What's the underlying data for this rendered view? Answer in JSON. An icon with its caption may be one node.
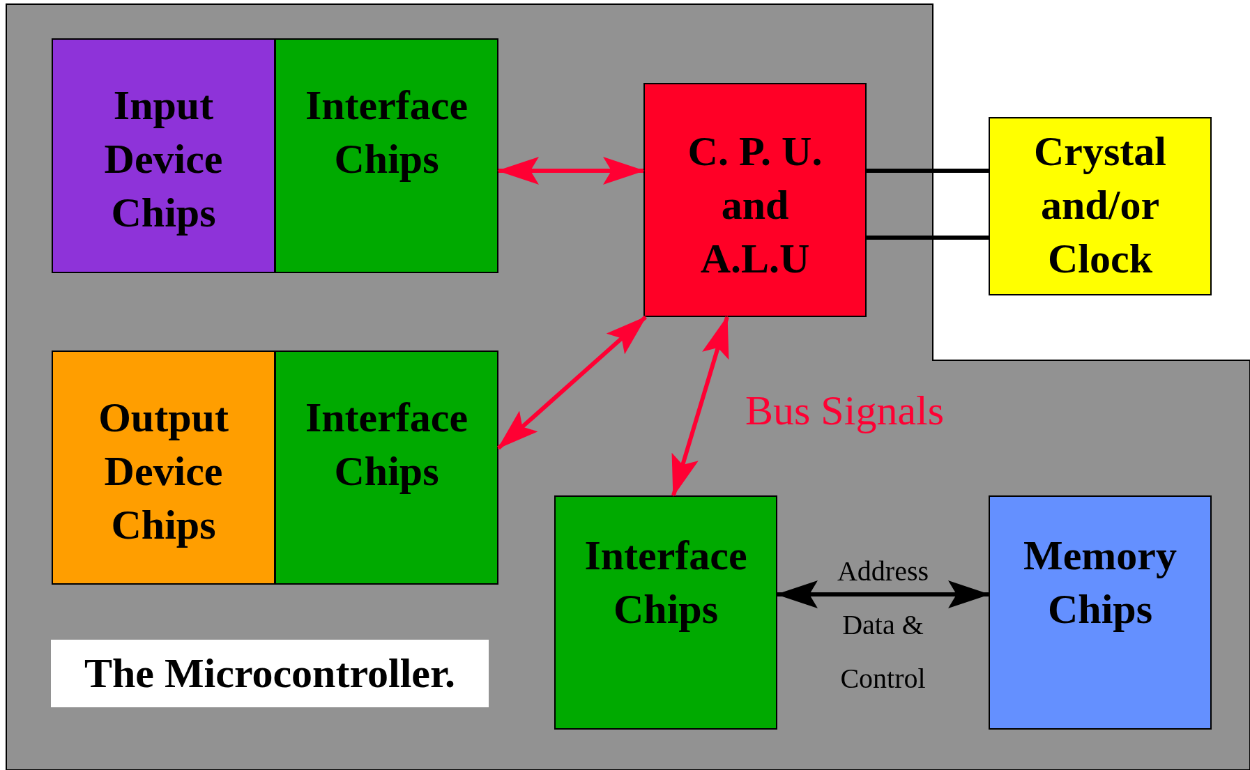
{
  "diagram": {
    "title": "The Microcontroller.",
    "nodes": [
      {
        "text": [
          "Input Device Chips"
        ]
      },
      {
        "text": [
          "Interface Chips"
        ]
      },
      {
        "text": [
          "C. P. U. and A.L.U"
        ]
      },
      {
        "text": [
          "Crystal and/or Clock"
        ]
      },
      {
        "text": [
          "Output Device Chips"
        ]
      },
      {
        "text": [
          "Interface Chips"
        ]
      },
      {
        "text": [
          "Interface Chips"
        ]
      },
      {
        "text": [
          "Memory Chips"
        ]
      }
    ],
    "edges": [
      {
        "from": 1,
        "to": 2,
        "arrow": "both",
        "color": "#ff0033"
      },
      {
        "from": 5,
        "to": 2,
        "arrow": "both",
        "color": "#ff0033"
      },
      {
        "from": 2,
        "to": 6,
        "arrow": "both",
        "color": "#ff0033"
      },
      {
        "from": 2,
        "to": 3,
        "arrow": "none",
        "color": "#000000"
      },
      {
        "from": 2,
        "to": 3,
        "arrow": "none",
        "color": "#000000"
      },
      {
        "from": 6,
        "to": 7,
        "arrow": "both",
        "label": "Address Data & Control",
        "color": "#000000"
      }
    ],
    "labels": [
      "Bus Signals"
    ]
  }
}
